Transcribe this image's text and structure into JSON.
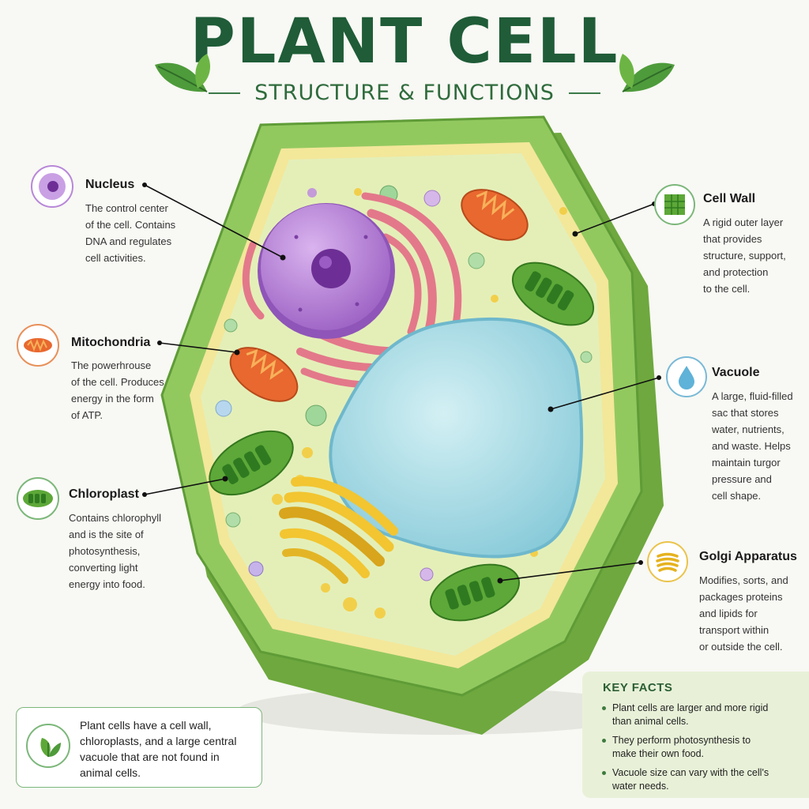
{
  "title": "PLANT CELL",
  "subtitle": "STRUCTURE & FUNCTIONS",
  "parts": {
    "nucleus": {
      "label": "Nucleus",
      "lines": [
        "The control center",
        "of the cell. Contains",
        "DNA and regulates",
        "cell activities."
      ],
      "icon": "nucleus-icon"
    },
    "mitochondria": {
      "label": "Mitochondria",
      "lines": [
        "The powerhrouse",
        "of the cell. Produces",
        "energy in the form",
        "of ATP."
      ],
      "icon": "mitochondria-icon"
    },
    "chloroplast": {
      "label": "Chloroplast",
      "lines": [
        "Contains chlorophyll",
        "and is the site of",
        "photosynthesis,",
        "converting light",
        "energy into food."
      ],
      "icon": "chloroplast-icon"
    },
    "cell_wall": {
      "label": "Cell Wall",
      "lines": [
        "A rigid outer layer",
        "that provides",
        "structure, support,",
        "and protection",
        "to the cell."
      ],
      "icon": "cell-wall-icon"
    },
    "vacuole": {
      "label": "Vacuole",
      "lines": [
        "A large, fluid-filled",
        "sac that stores",
        "water, nutrients,",
        "and waste. Helps",
        "maintain turgor",
        "pressure and",
        "cell shape."
      ],
      "icon": "water-drop-icon"
    },
    "golgi": {
      "label": "Golgi Apparatus",
      "lines": [
        "Modifies, sorts, and",
        "packages proteins",
        "and lipids for",
        "transport within",
        "or outside the cell."
      ],
      "icon": "golgi-icon"
    }
  },
  "note": {
    "icon": "leaf-icon",
    "lines": [
      "Plant cells have a cell wall,",
      "chloroplasts, and a large central",
      "vacuole that are not found in",
      "animal cells."
    ]
  },
  "key_facts": {
    "title": "KEY FACTS",
    "items": [
      {
        "lines": [
          "Plant cells are larger and more rigid",
          "than animal cells."
        ]
      },
      {
        "lines": [
          "They perform photosynthesis to",
          "make their own food."
        ]
      },
      {
        "lines": [
          "Vacuole size can vary with the cell's",
          "water needs."
        ]
      }
    ]
  },
  "colors": {
    "title": "#1f5c37",
    "cell_wall": "#8cc55a",
    "cytoplasm": "#e4efb8",
    "nucleus": "#b57fd6",
    "vacuole": "#a8dde6",
    "mitochondria": "#e8682f",
    "chloroplast": "#5da838",
    "golgi": "#f2c531",
    "er": "#e3788a"
  }
}
